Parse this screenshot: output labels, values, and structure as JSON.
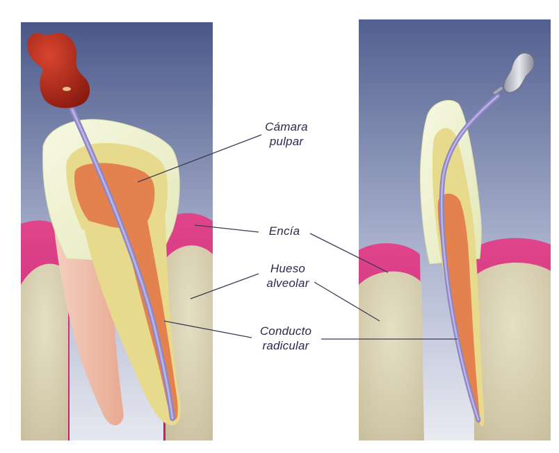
{
  "labels": {
    "camara": [
      "Cámara",
      "pulpar"
    ],
    "encia": [
      "Encía"
    ],
    "hueso": [
      "Hueso",
      "alveolar"
    ],
    "conducto": [
      "Conducto",
      "radicular"
    ]
  },
  "colors": {
    "sky_top": "#4e5c8c",
    "sky_bottom": "#dfe3ee",
    "gum": "#d42c7a",
    "bone": "#d2c9a9",
    "enamel": "#eef0cf",
    "dentin": "#e6d98a",
    "pulp": "#e27f4c",
    "root_skin": "#f0c0aa",
    "file_handle": "#a52418",
    "file_shaft": "#8f86c6",
    "label_text": "#2a2950",
    "leader_line": "#3a3a55"
  },
  "icons": [
    "endodontic-file-handle-red",
    "endodontic-file-handle-grey"
  ]
}
